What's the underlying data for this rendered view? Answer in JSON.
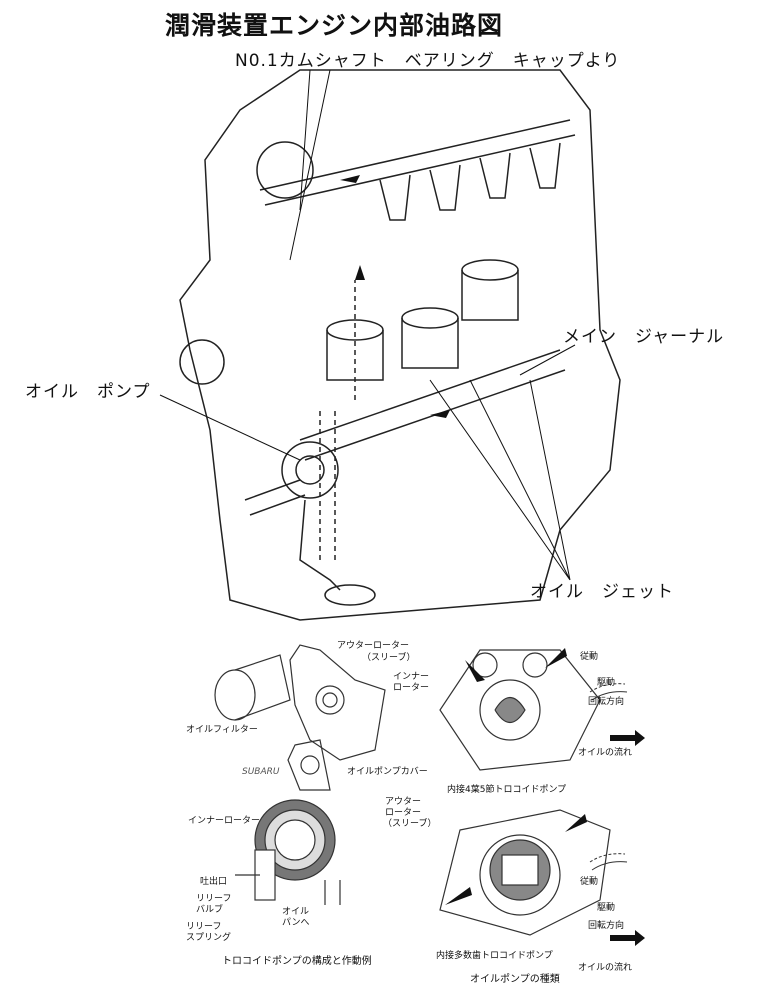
{
  "title": "潤滑装置エンジン内部油路図",
  "callouts": {
    "camshaft": "N0.1カムシャフト　ベアリング　キャップより",
    "main_journal": "メイン　ジャーナル",
    "oil_pump": "オイル　ポンプ",
    "oil_jet": "オイル　ジェット"
  },
  "pump_detail": {
    "outer_rotor": "アウターローター",
    "outer_rotor_sleeve": "（スリーブ）",
    "inner_rotor_1": "インナー",
    "inner_rotor_2": "ローター",
    "oil_filter": "オイルフィルター",
    "subaru": "SUBARU",
    "oil_pump_cover": "オイルポンプカバー"
  },
  "trochoid_detail": {
    "inner_rotor": "インナーローター",
    "outer_1": "アウター",
    "outer_2": "ローター",
    "outer_3": "（スリーブ）",
    "discharge": "吐出口",
    "relief_valve_1": "リリーフ",
    "relief_valve_2": "バルブ",
    "relief_spring_1": "リリーフ",
    "relief_spring_2": "スプリング",
    "to_pan_1": "オイル",
    "to_pan_2": "パンへ",
    "caption": "トロコイドポンプの構成と作動例"
  },
  "pump_types": {
    "driven": "従動",
    "driving": "駆動",
    "rotation_direction": "回転方向",
    "oil_flow": "オイルの流れ",
    "type1_caption": "内接4葉5節トロコイドポンプ",
    "type2_caption": "内接多数歯トロコイドポンプ",
    "caption": "オイルポンプの種類"
  }
}
